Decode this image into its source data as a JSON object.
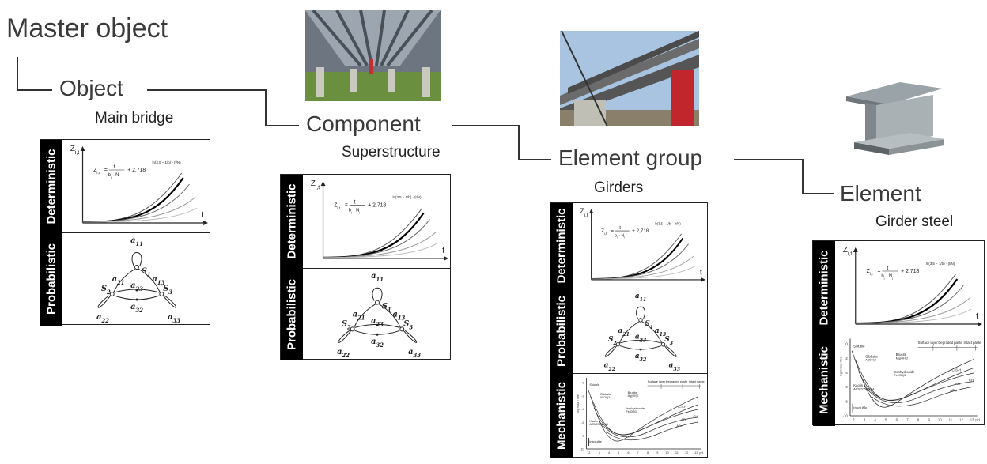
{
  "levels": {
    "master": {
      "title": "Master object"
    },
    "object": {
      "title": "Object",
      "subtitle": "Main bridge"
    },
    "component": {
      "title": "Component",
      "subtitle": "Superstructure"
    },
    "group": {
      "title": "Element group",
      "subtitle": "Girders"
    },
    "element": {
      "title": "Element",
      "subtitle": "Girder steel"
    }
  },
  "panel_labels": {
    "deterministic": "Deterministic",
    "probabilistic": "Probabilistic",
    "mechanistic": "Mechanistic"
  },
  "deterministic_plot": {
    "y_label": "Z",
    "y_subscript": "i,t",
    "x_label": "t",
    "formula_left": "Z",
    "formula_left_sub": "i,t",
    "formula_num": "t",
    "formula_den": "b",
    "formula_den_sub": "i",
    "formula_den_rest": "· N",
    "formula_den_sub2": "i",
    "formula_plus": "+ 2,718",
    "formula_exp": "ln(3,5 − 1/b) · (t/N)"
  },
  "markov": {
    "a11": "a",
    "a11_sub": "11",
    "a21": "a",
    "a21_sub": "21",
    "a13": "a",
    "a13_sub": "13",
    "a23": "a",
    "a23_sub": "23",
    "a32": "a",
    "a32_sub": "32",
    "a22": "a",
    "a22_sub": "22",
    "a33": "a",
    "a33_sub": "33",
    "s1": "S",
    "s1_sub": "1",
    "s2": "S",
    "s2_sub": "2",
    "s3": "S",
    "s3_sub": "3"
  },
  "mechanistic_plot": {
    "y_axis": "log molar / litre",
    "x_axis": "pH",
    "soluble": "Soluble",
    "insoluble": "Insoluble",
    "gibbsite": "Gibbsite",
    "gibbsite_formula": "Al(OH)3",
    "kaolin": "Kaolin",
    "kaolin_formula": "Al2Si2O5(OH)4",
    "brucite": "Brucite",
    "brucite_formula": "Mg(OH)2",
    "iron": "Ironhydroxide",
    "iron_formula": "Fe(OH)3",
    "surface": "Surface layer",
    "degraded": "Degraded paste",
    "intact": "Intact paste",
    "csh": "C-S-H",
    "ch": "CH",
    "afm": "AFm",
    "aft": "AFt",
    "y_ticks": [
      "0",
      "-2",
      "-4",
      "-6",
      "-8",
      "-10"
    ],
    "x_ticks": [
      "2",
      "3",
      "4",
      "5",
      "6",
      "7",
      "8",
      "9",
      "10",
      "11",
      "12",
      "13"
    ]
  },
  "colors": {
    "line": "#333333",
    "panel_side": "#000000"
  }
}
